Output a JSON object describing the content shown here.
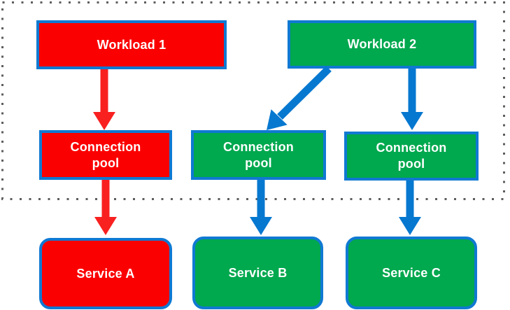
{
  "diagram": {
    "nodes": {
      "workload1": {
        "label": "Workload 1",
        "fill": "#fb0000"
      },
      "workload2": {
        "label": "Workload 2",
        "fill": "#00a84e"
      },
      "pool1": {
        "label": "Connection\npool",
        "fill": "#fb0000"
      },
      "pool2": {
        "label": "Connection\npool",
        "fill": "#00a84e"
      },
      "pool3": {
        "label": "Connection\npool",
        "fill": "#00a84e"
      },
      "serviceA": {
        "label": "Service A",
        "fill": "#fb0000"
      },
      "serviceB": {
        "label": "Service B",
        "fill": "#00a84e"
      },
      "serviceC": {
        "label": "Service C",
        "fill": "#00a84e"
      }
    },
    "edges": [
      {
        "from": "workload1",
        "to": "pool1",
        "color_key": "arrow_red"
      },
      {
        "from": "workload2",
        "to": "pool2",
        "color_key": "arrow_blue"
      },
      {
        "from": "workload2",
        "to": "pool3",
        "color_key": "arrow_blue"
      },
      {
        "from": "pool1",
        "to": "serviceA",
        "color_key": "arrow_red"
      },
      {
        "from": "pool2",
        "to": "serviceB",
        "color_key": "arrow_blue"
      },
      {
        "from": "pool3",
        "to": "serviceC",
        "color_key": "arrow_blue"
      }
    ],
    "boundary": {
      "description": "dotted trust boundary around workloads and connection pools"
    }
  },
  "colors": {
    "node_red": "#fb0000",
    "node_green": "#00a84e",
    "node_border_blue": "#1079d2",
    "arrow_red": "#f92020",
    "arrow_blue": "#0678d0",
    "boundary_dots": "#5e5e5e",
    "label_text": "#ffffff"
  }
}
